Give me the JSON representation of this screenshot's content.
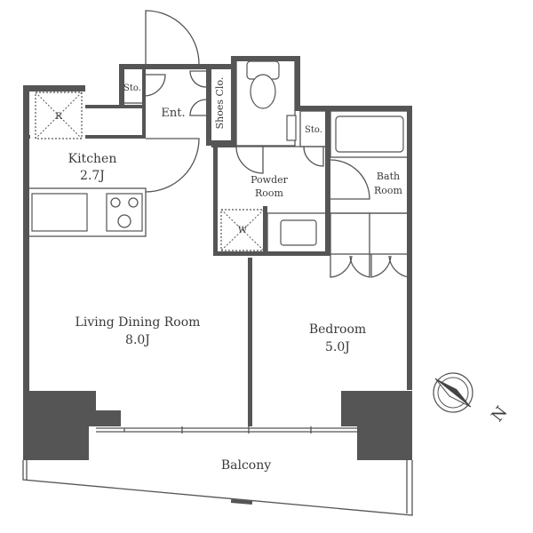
{
  "rooms": {
    "kitchen": {
      "name": "Kitchen",
      "size": "2.7J"
    },
    "entrance": {
      "name": "Ent."
    },
    "storage_entry": {
      "name": "Sto."
    },
    "shoes_closet": {
      "name": "Shoes Clo."
    },
    "storage_bath": {
      "name": "Sto."
    },
    "powder_room": {
      "line1": "Powder",
      "line2": "Room"
    },
    "bath_room": {
      "line1": "Bath",
      "line2": "Room"
    },
    "living": {
      "name": "Living Dining Room",
      "size": "8.0J"
    },
    "bedroom": {
      "name": "Bedroom",
      "size": "5.0J"
    },
    "balcony": {
      "name": "Balcony"
    }
  },
  "fixtures": {
    "refrigerator_mark": "R",
    "washer_mark": "W"
  },
  "compass": {
    "label": "N"
  }
}
